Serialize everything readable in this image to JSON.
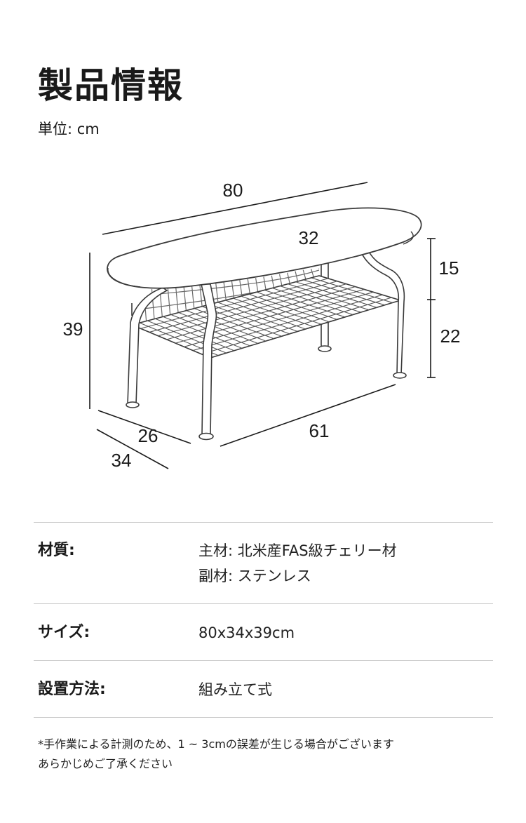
{
  "header": {
    "title": "製品情報",
    "unit": "単位: cm"
  },
  "diagram": {
    "width_top": "80",
    "depth_top": "32",
    "height_total": "39",
    "height_upper": "15",
    "height_lower": "22",
    "depth_base_inner": "26",
    "depth_base_outer": "34",
    "width_base": "61"
  },
  "specs": {
    "material_label": "材質:",
    "material_main": "主材:  北米産FAS級チェリー材",
    "material_sub": "副材:  ステンレス",
    "size_label": "サイズ:",
    "size_value": "80x34x39cm",
    "install_label": "設置方法:",
    "install_value": "組み立て式"
  },
  "notes": {
    "line1": "*手作業による計測のため、1 ~ 3cmの誤差が生じる場合がございます",
    "line2": "あらかじめご了承ください"
  }
}
